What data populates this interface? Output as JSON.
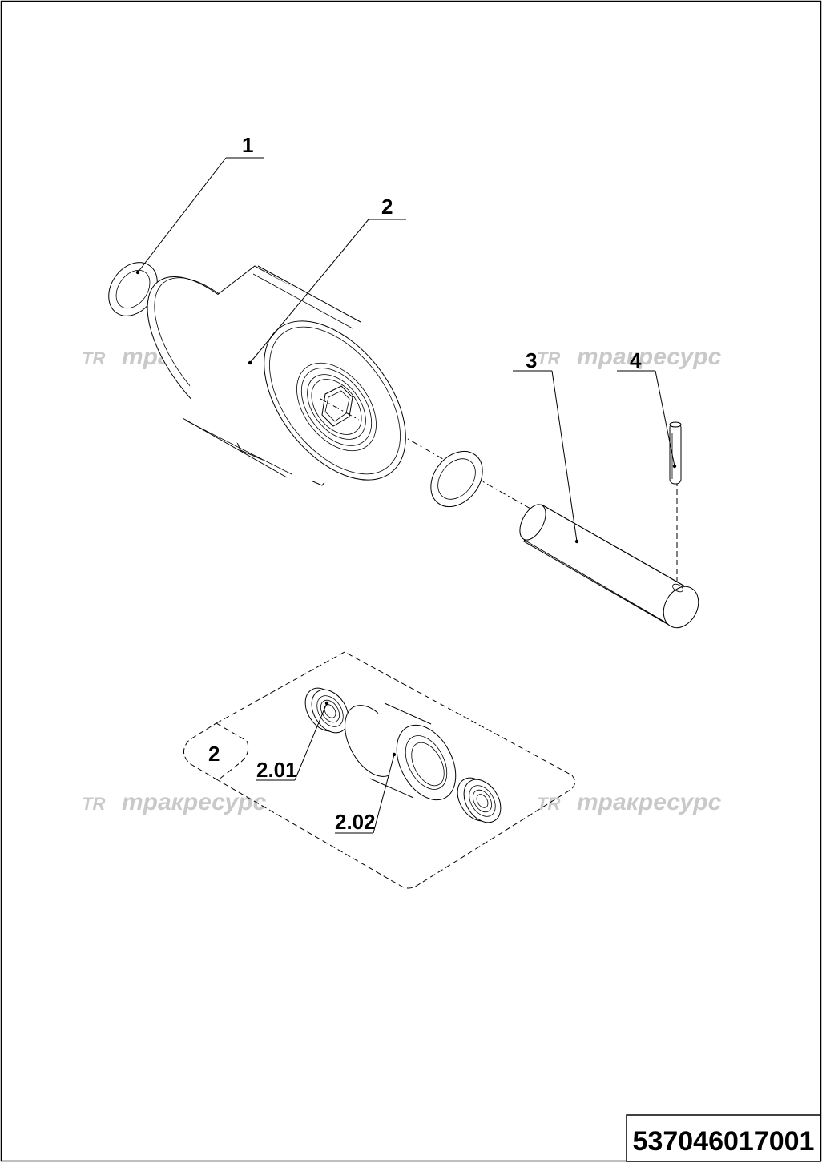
{
  "drawing": {
    "part_number": "537046017001",
    "callouts": {
      "c1": "1",
      "c2": "2",
      "c3": "3",
      "c4": "4",
      "group": "2",
      "c201": "2.01",
      "c202": "2.02"
    },
    "watermark": {
      "logo_text": "TR",
      "brand_text": "тракресурс"
    }
  }
}
